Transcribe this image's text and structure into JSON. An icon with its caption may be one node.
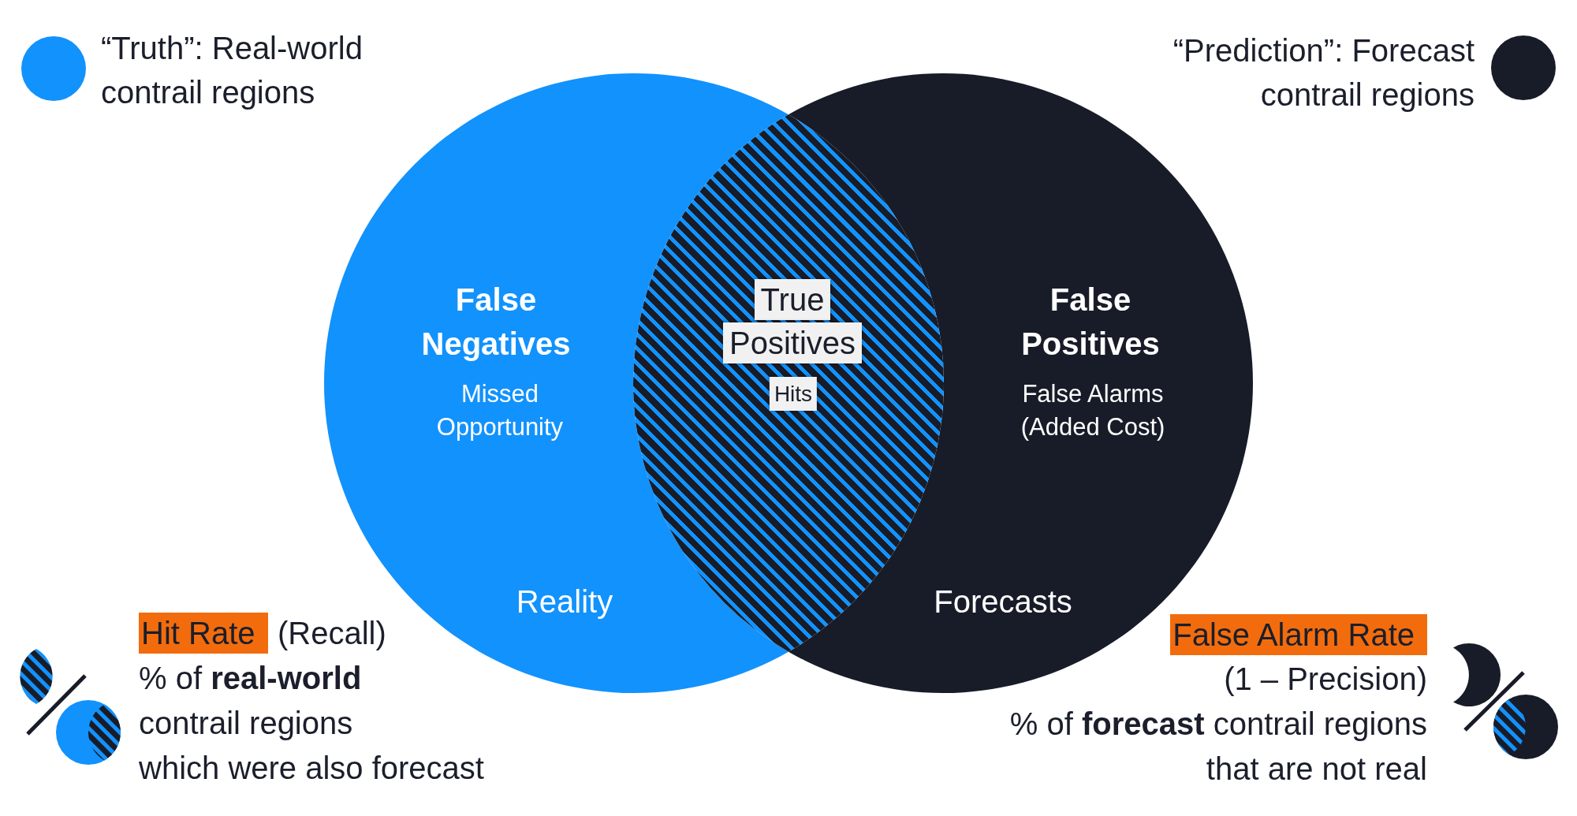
{
  "diagram": {
    "nodes": [
      {
        "text": [
          "False Negatives",
          "Missed Opportunity",
          "Reality"
        ]
      },
      {
        "text": [
          "False Positives",
          "False Alarms (Added Cost)",
          "Forecasts"
        ]
      },
      {
        "text": [
          "True Positives",
          "Hits"
        ]
      }
    ],
    "labels": [
      "Hit Rate",
      "(Recall)",
      "% of **real-world** contrail regions which were also forecast",
      "False Alarm Rate",
      "(1 – Precision)",
      "% of **forecast** contrail regions that are not real"
    ],
    "legend": [
      {
        "text": "“Truth”: Real-world contrail regions",
        "color": "#1292fd"
      },
      {
        "text": "“Prediction”: Forecast contrail regions",
        "color": "#181c28"
      }
    ]
  }
}
